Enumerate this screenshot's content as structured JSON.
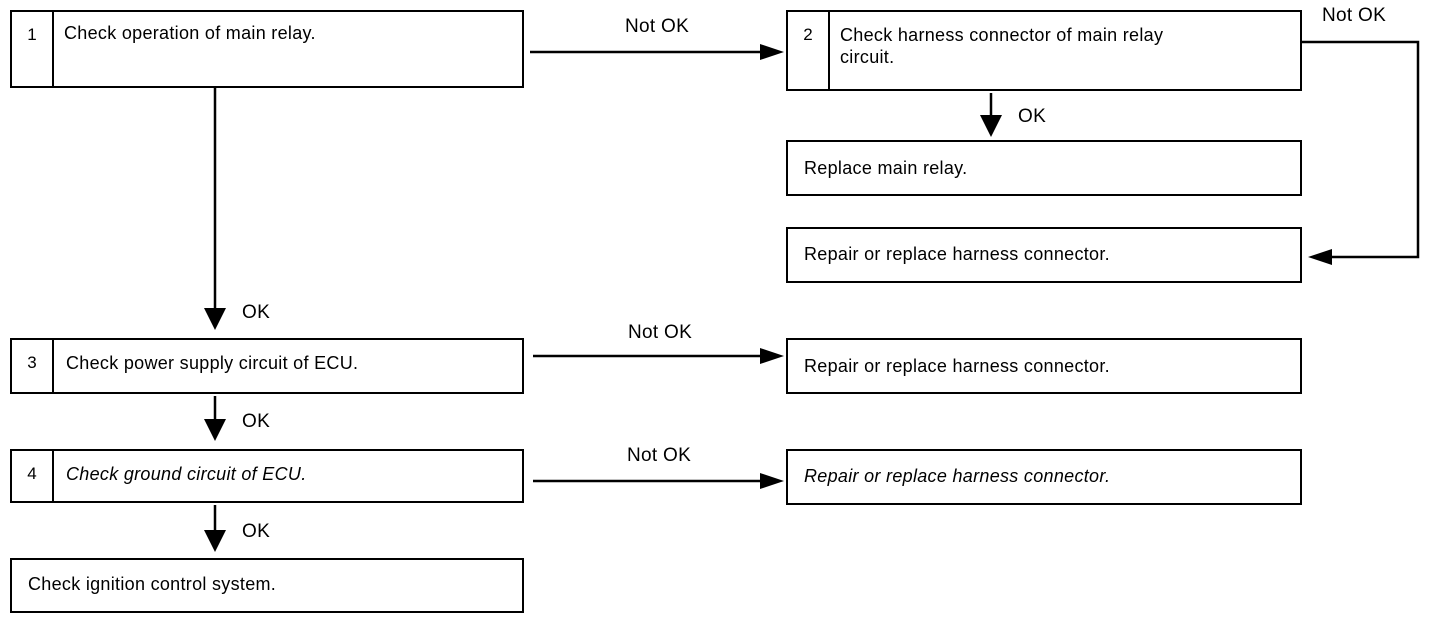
{
  "steps": {
    "s1": {
      "num": "1",
      "text": "Check operation of main relay."
    },
    "s2": {
      "num": "2",
      "text_line1": "Check harness connector of main relay",
      "text_line2": "circuit."
    },
    "s3": {
      "num": "3",
      "text": "Check power supply circuit of ECU."
    },
    "s4": {
      "num": "4",
      "text": "Check ground circuit of ECU."
    }
  },
  "actions": {
    "replace_relay": "Replace main relay.",
    "repair_a": "Repair or replace harness connector.",
    "repair_b": "Repair or replace harness connector.",
    "repair_c": "Repair or replace harness connector.",
    "final": "Check ignition control system."
  },
  "labels": {
    "not_ok_1": "Not OK",
    "not_ok_2": "Not OK",
    "not_ok_3": "Not OK",
    "not_ok_4": "Not OK",
    "ok_1": "OK",
    "ok_2": "OK",
    "ok_3": "OK",
    "ok_4": "OK"
  }
}
